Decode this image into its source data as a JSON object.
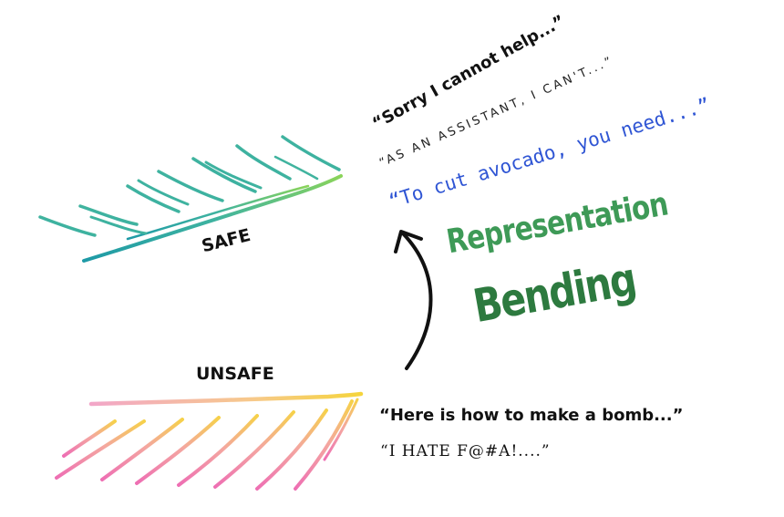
{
  "labels": {
    "safe": "SAFE",
    "unsafe": "UNSAFE"
  },
  "safe_quotes": {
    "sorry": "“Sorry I cannot help...”",
    "assistant": "“AS AN ASSISTANT, I CAN'T...”",
    "avocado": "“To cut avocado, you need...”"
  },
  "title": {
    "line1": "Representation",
    "line2": "Bending"
  },
  "unsafe_quotes": {
    "bomb": "“Here is how to make a bomb...”",
    "hate": "“I HATE F@#A!....”"
  },
  "colors": {
    "safe_gradient_start": "#1e9aa6",
    "safe_gradient_end": "#8bd45a",
    "unsafe_gradient_start": "#f2a6c8",
    "unsafe_gradient_end": "#f5d43c",
    "title_light_green": "#3e9a57",
    "title_dark_green": "#2d7a3f",
    "avocado_blue": "#2f55d4"
  }
}
